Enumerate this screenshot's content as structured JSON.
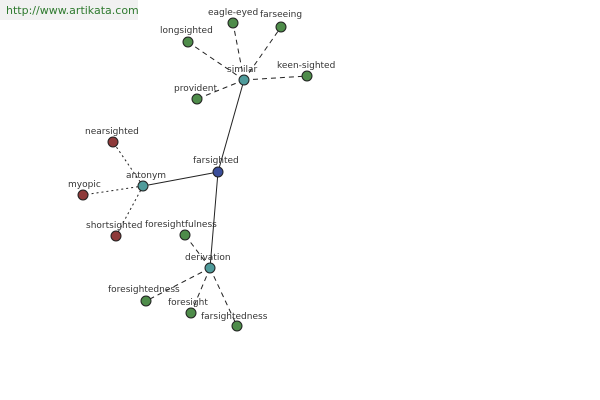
{
  "watermark": "http://www.artikata.com",
  "colors": {
    "root": "#3b4e9a",
    "relation": "#4f9b9b",
    "similar_leaf": "#4e8c4a",
    "antonym_leaf": "#8e3a3a",
    "edge": "#222222"
  },
  "nodes": [
    {
      "id": "farsighted",
      "label": "farsighted",
      "kind": "root"
    },
    {
      "id": "similar",
      "label": "similar",
      "kind": "relation"
    },
    {
      "id": "antonym",
      "label": "antonym",
      "kind": "relation"
    },
    {
      "id": "derivation",
      "label": "derivation",
      "kind": "relation"
    },
    {
      "id": "eagle-eyed",
      "label": "eagle-eyed",
      "kind": "similar_leaf"
    },
    {
      "id": "farseeing",
      "label": "farseeing",
      "kind": "similar_leaf"
    },
    {
      "id": "longsighted",
      "label": "longsighted",
      "kind": "similar_leaf"
    },
    {
      "id": "keen-sighted",
      "label": "keen-sighted",
      "kind": "similar_leaf"
    },
    {
      "id": "provident",
      "label": "provident",
      "kind": "similar_leaf"
    },
    {
      "id": "nearsighted",
      "label": "nearsighted",
      "kind": "antonym_leaf"
    },
    {
      "id": "myopic",
      "label": "myopic",
      "kind": "antonym_leaf"
    },
    {
      "id": "shortsighted",
      "label": "shortsighted",
      "kind": "antonym_leaf"
    },
    {
      "id": "foresightfulness",
      "label": "foresightfulness",
      "kind": "similar_leaf"
    },
    {
      "id": "foresightedness",
      "label": "foresightedness",
      "kind": "similar_leaf"
    },
    {
      "id": "foresight",
      "label": "foresight",
      "kind": "similar_leaf"
    },
    {
      "id": "farsightedness",
      "label": "farsightedness",
      "kind": "similar_leaf"
    }
  ],
  "edges": [
    {
      "from": "farsighted",
      "to": "similar",
      "style": "solid"
    },
    {
      "from": "farsighted",
      "to": "antonym",
      "style": "solid"
    },
    {
      "from": "farsighted",
      "to": "derivation",
      "style": "solid"
    },
    {
      "from": "similar",
      "to": "eagle-eyed",
      "style": "dashed"
    },
    {
      "from": "similar",
      "to": "farseeing",
      "style": "dashed"
    },
    {
      "from": "similar",
      "to": "longsighted",
      "style": "dashed"
    },
    {
      "from": "similar",
      "to": "keen-sighted",
      "style": "dashed"
    },
    {
      "from": "similar",
      "to": "provident",
      "style": "dashed"
    },
    {
      "from": "antonym",
      "to": "nearsighted",
      "style": "dotted"
    },
    {
      "from": "antonym",
      "to": "myopic",
      "style": "dotted"
    },
    {
      "from": "antonym",
      "to": "shortsighted",
      "style": "dotted"
    },
    {
      "from": "derivation",
      "to": "foresightfulness",
      "style": "dashed"
    },
    {
      "from": "derivation",
      "to": "foresightedness",
      "style": "dashed"
    },
    {
      "from": "derivation",
      "to": "foresight",
      "style": "dashed"
    },
    {
      "from": "derivation",
      "to": "farsightedness",
      "style": "dashed"
    }
  ]
}
